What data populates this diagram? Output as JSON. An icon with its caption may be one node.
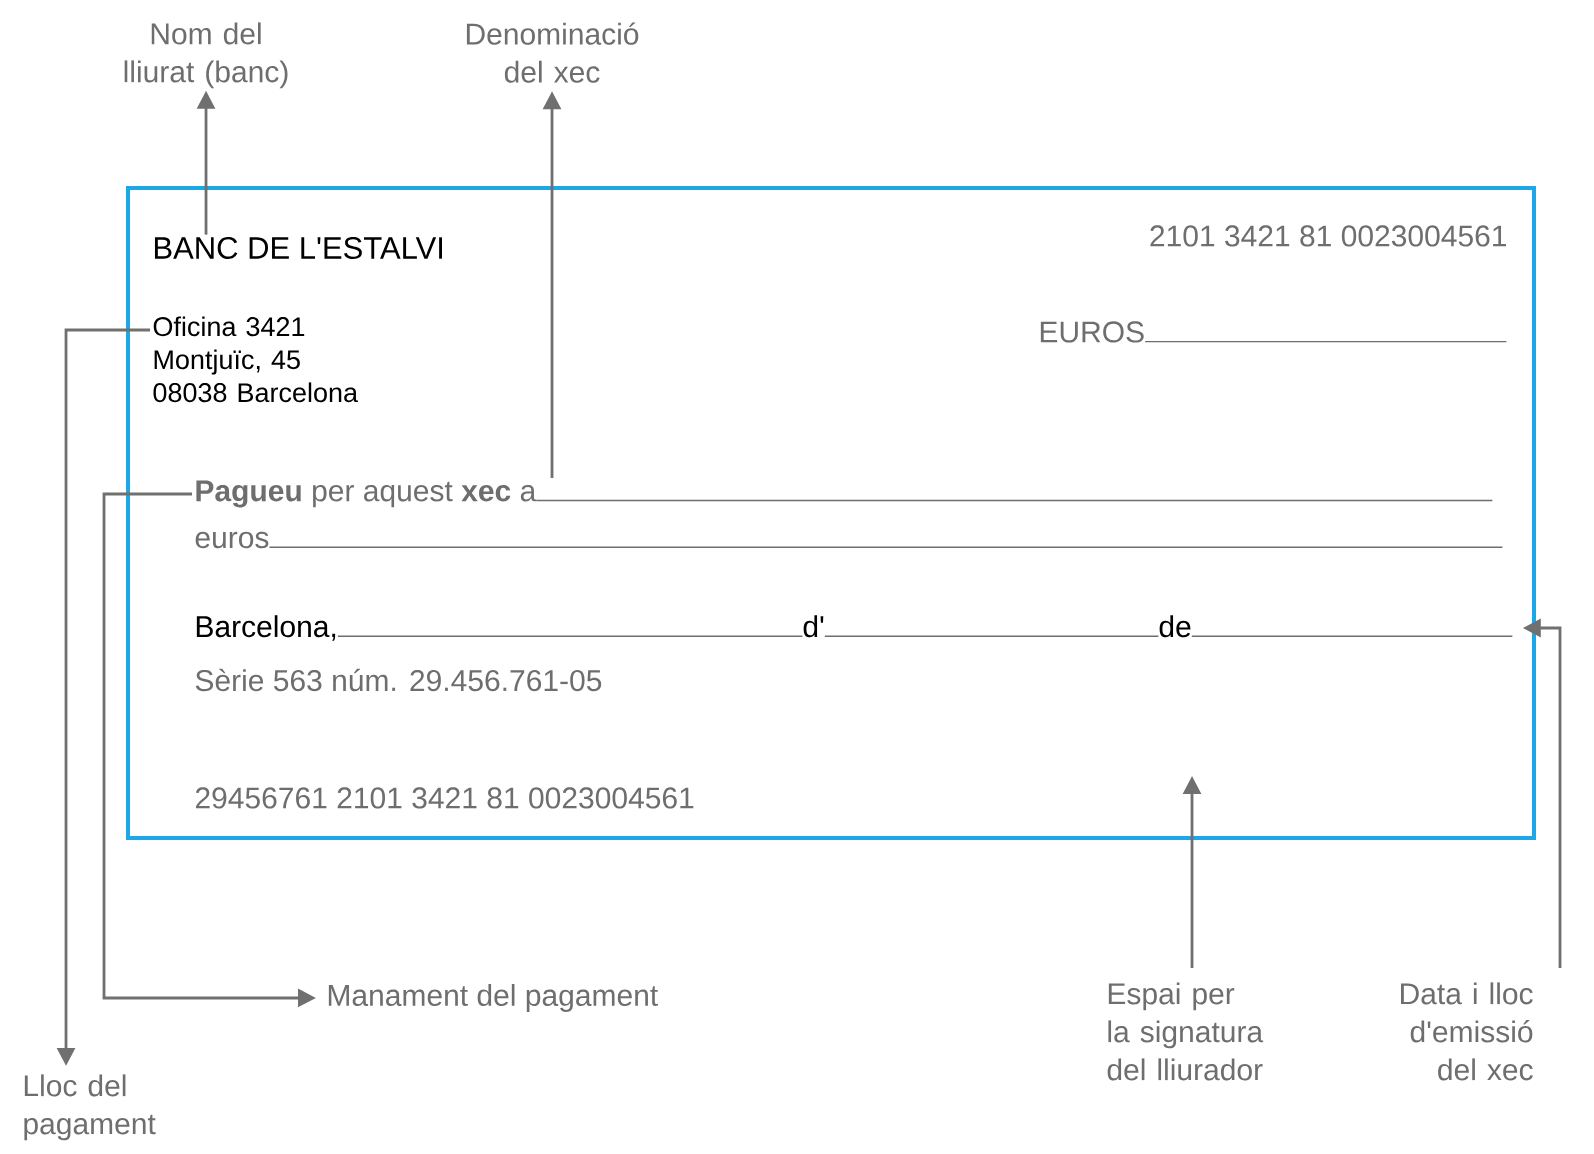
{
  "diagram": {
    "nodes": [
      {
        "text": [],
        "shape": "box"
      },
      {
        "text": [
          "Nom del lliurat (banc)"
        ]
      },
      {
        "text": [
          "Denominació del xec"
        ]
      },
      {
        "text": [
          "BANC DE L'ESTALVI"
        ],
        "in": 0
      },
      {
        "text": [
          "2101 3421 81 0023004561"
        ],
        "in": 0
      },
      {
        "text": [
          "EUROS"
        ],
        "in": 0
      },
      {
        "text": [
          "Oficina 3421 Montjuïc, 45 08038 Barcelona"
        ],
        "in": 0
      },
      {
        "text": [
          "**Pagueu** per aquest **xec** a"
        ],
        "in": 0
      },
      {
        "text": [
          "euros"
        ],
        "in": 0
      },
      {
        "text": [
          "Barcelona,",
          "d'",
          "de"
        ],
        "in": 0
      },
      {
        "text": [
          "Sèrie 563 núm. 29.456.761-05"
        ],
        "in": 0
      },
      {
        "text": [
          "29456761 2101 3421 81 0023004561"
        ],
        "in": 0
      },
      {
        "text": [
          "Manament del pagament"
        ]
      },
      {
        "text": [
          "Lloc del pagament"
        ]
      },
      {
        "text": [
          "Espai per la signatura del lliurador"
        ]
      },
      {
        "text": [
          "Data i lloc d'emissió del xec"
        ]
      }
    ],
    "edges": [
      {
        "from": 3,
        "to": 1,
        "arrow": "to"
      },
      {
        "from": 7,
        "to": 2,
        "arrow": "to"
      },
      {
        "from": 6,
        "to": 13,
        "arrow": "to"
      },
      {
        "from": 7,
        "to": 12,
        "arrow": "to"
      },
      {
        "from": 14,
        "to": null,
        "arrow": "to"
      },
      {
        "from": 15,
        "to": 9,
        "arrow": "to"
      }
    ]
  }
}
